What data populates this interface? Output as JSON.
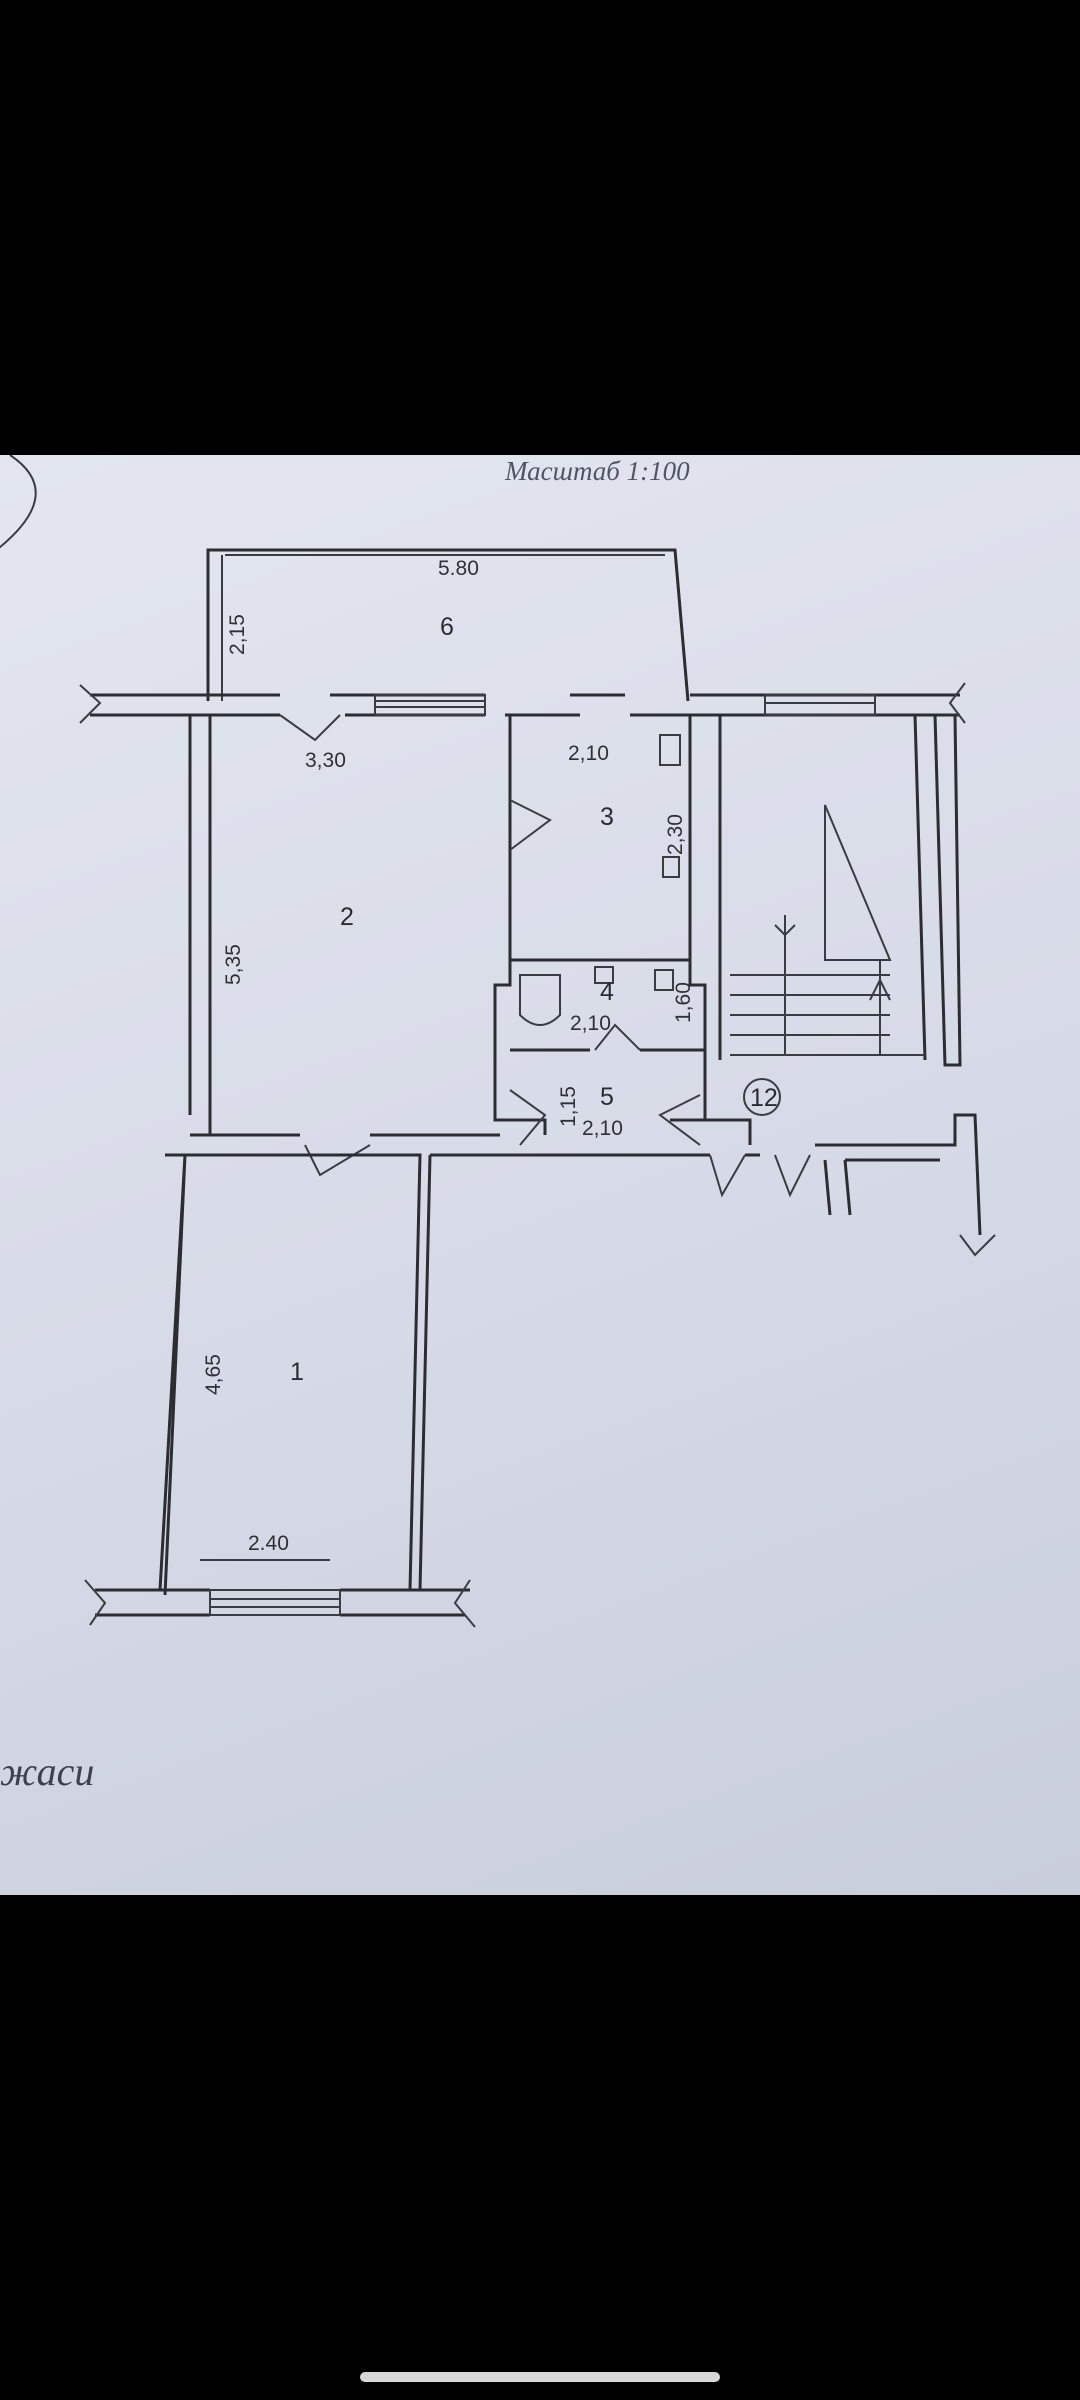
{
  "header": {
    "scale_label": "Масштаб 1:100"
  },
  "rooms": [
    {
      "id": "1",
      "label": "1"
    },
    {
      "id": "2",
      "label": "2"
    },
    {
      "id": "3",
      "label": "3"
    },
    {
      "id": "4",
      "label": "4"
    },
    {
      "id": "5",
      "label": "5"
    },
    {
      "id": "6",
      "label": "6"
    }
  ],
  "dimensions": {
    "balcony_width": "5.80",
    "balcony_depth": "2,15",
    "room2_width": "3,30",
    "room2_length": "5,35",
    "room3_width": "2,10",
    "room3_length": "2,30",
    "room4_width": "2,10",
    "room4_length": "1,60",
    "room5_width": "2,10",
    "room5_length": "1,15",
    "room1_length": "4,65",
    "room1_width": "2.40"
  },
  "stair_marker": "12",
  "caption": "жаси",
  "colors": {
    "paper": "#d9dde8",
    "ink": "#2b2d33",
    "background": "#000000"
  }
}
